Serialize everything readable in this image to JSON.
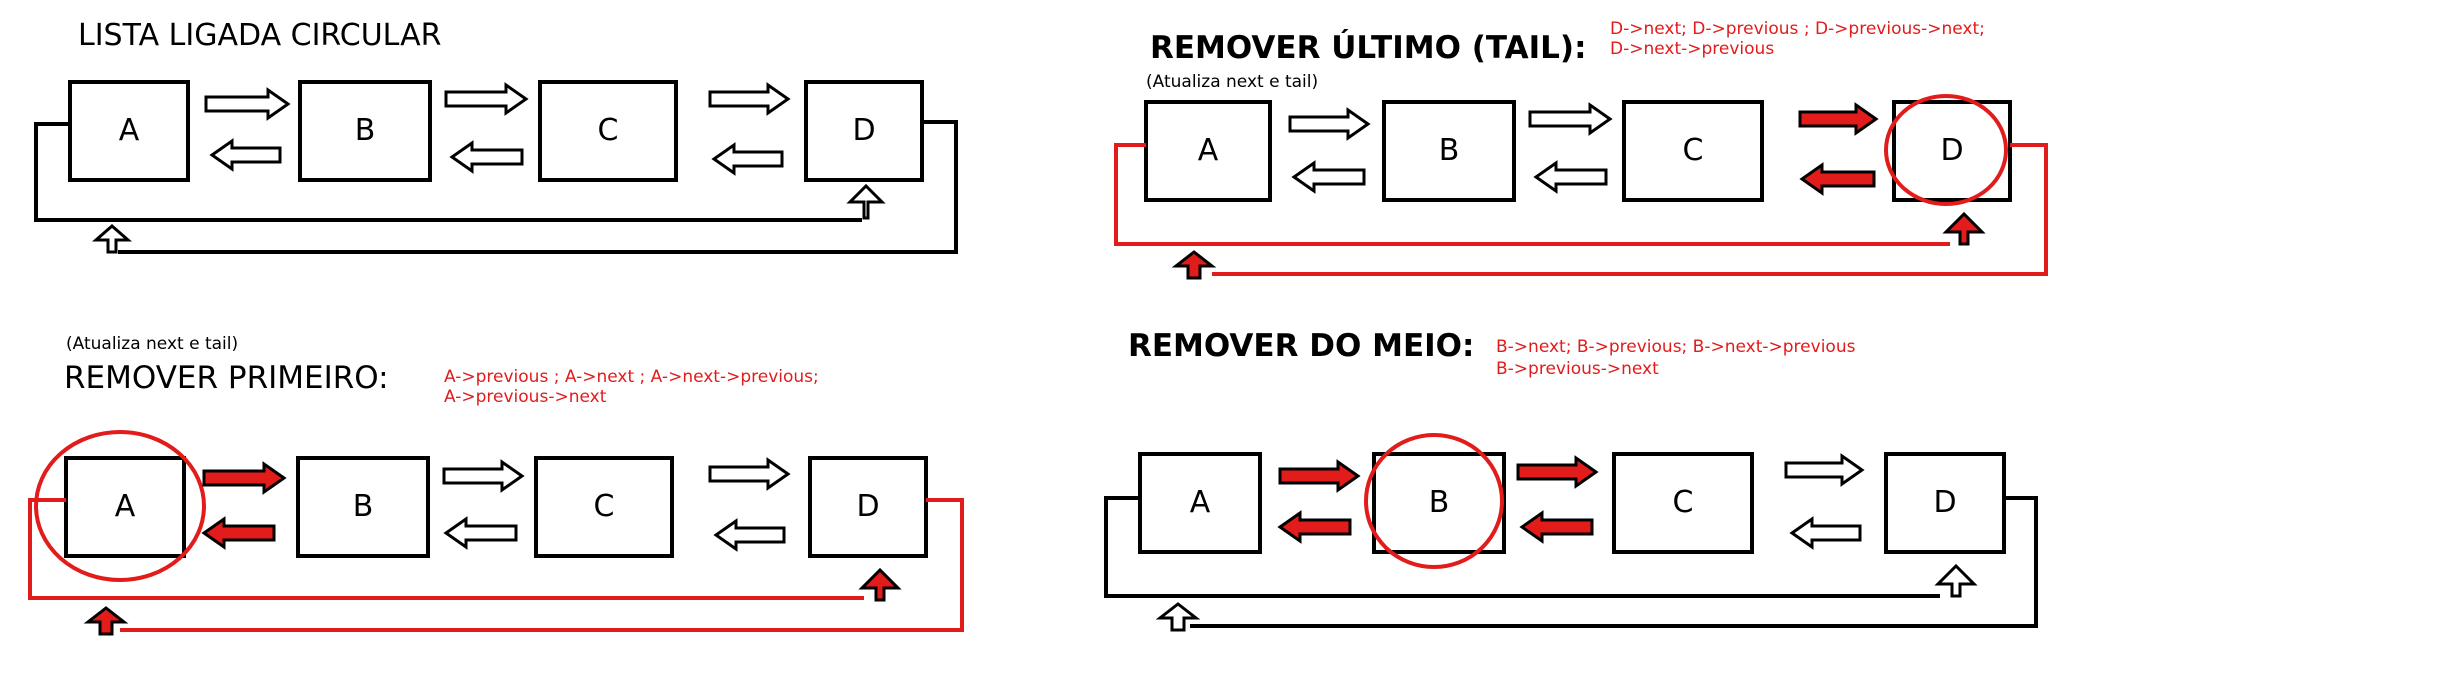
{
  "colors": {
    "black": "#000000",
    "red": "#e21b1b"
  },
  "panels": [
    {
      "title": "LISTA LIGADA CIRCULAR",
      "note": "",
      "ops": [],
      "nodes": [
        "A",
        "B",
        "C",
        "D"
      ],
      "highlighted_node": "",
      "red_links": [],
      "loop_color": "black"
    },
    {
      "title": "REMOVER ÚLTIMO (TAIL):",
      "note": "(Atualiza next e tail)",
      "ops": [
        "D->next; D->previous ; D->previous->next;",
        "D->next->previous"
      ],
      "nodes": [
        "A",
        "B",
        "C",
        "D"
      ],
      "highlighted_node": "D",
      "red_links": [
        3
      ],
      "loop_color": "red"
    },
    {
      "title": "REMOVER PRIMEIRO:",
      "note": "(Atualiza next e tail)",
      "ops": [
        "A->previous ; A->next ; A->next->previous;",
        "A->previous->next"
      ],
      "nodes": [
        "A",
        "B",
        "C",
        "D"
      ],
      "highlighted_node": "A",
      "red_links": [
        1
      ],
      "loop_color": "red"
    },
    {
      "title": "REMOVER DO MEIO:",
      "note": "",
      "ops": [
        "B->next; B->previous; B->next->previous",
        "B->previous->next"
      ],
      "nodes": [
        "A",
        "B",
        "C",
        "D"
      ],
      "highlighted_node": "B",
      "red_links": [
        1,
        2
      ],
      "loop_color": "black"
    }
  ]
}
